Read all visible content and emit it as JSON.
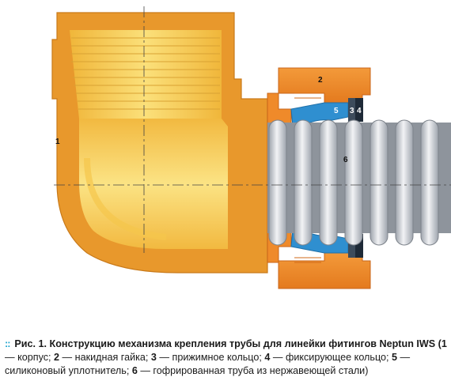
{
  "diagram": {
    "labels": {
      "body": "1",
      "nut": "2",
      "clamp_ring": "3",
      "lock_ring": "4",
      "seal": "5",
      "pipe": "6"
    },
    "colors": {
      "body_orange": "#e8982c",
      "body_inner_yellow": "#f8d24e",
      "nut_orange": "#ef8a2a",
      "seal_blue": "#2f8fd0",
      "ring_dark": "#2b3a4a",
      "pipe_grey": "#c8ccd3",
      "axis_line": "#444444"
    }
  },
  "caption": {
    "marker": "::",
    "bold_text": "Рис. 1. Конструкцию механизма крепления трубы для линейки фитингов Neptun IWS (",
    "parts": [
      {
        "num": "1",
        "text": " — корпус; "
      },
      {
        "num": "2",
        "text": " — накидная гайка; "
      },
      {
        "num": "3",
        "text": " — прижимное кольцо; "
      },
      {
        "num": "4",
        "text": " — фиксирующее кольцо; "
      },
      {
        "num": "5",
        "text": " — силиконо­вый уплотнитель; "
      },
      {
        "num": "6",
        "text": " — гофрированная труба из нержавеющей стали)"
      }
    ]
  }
}
